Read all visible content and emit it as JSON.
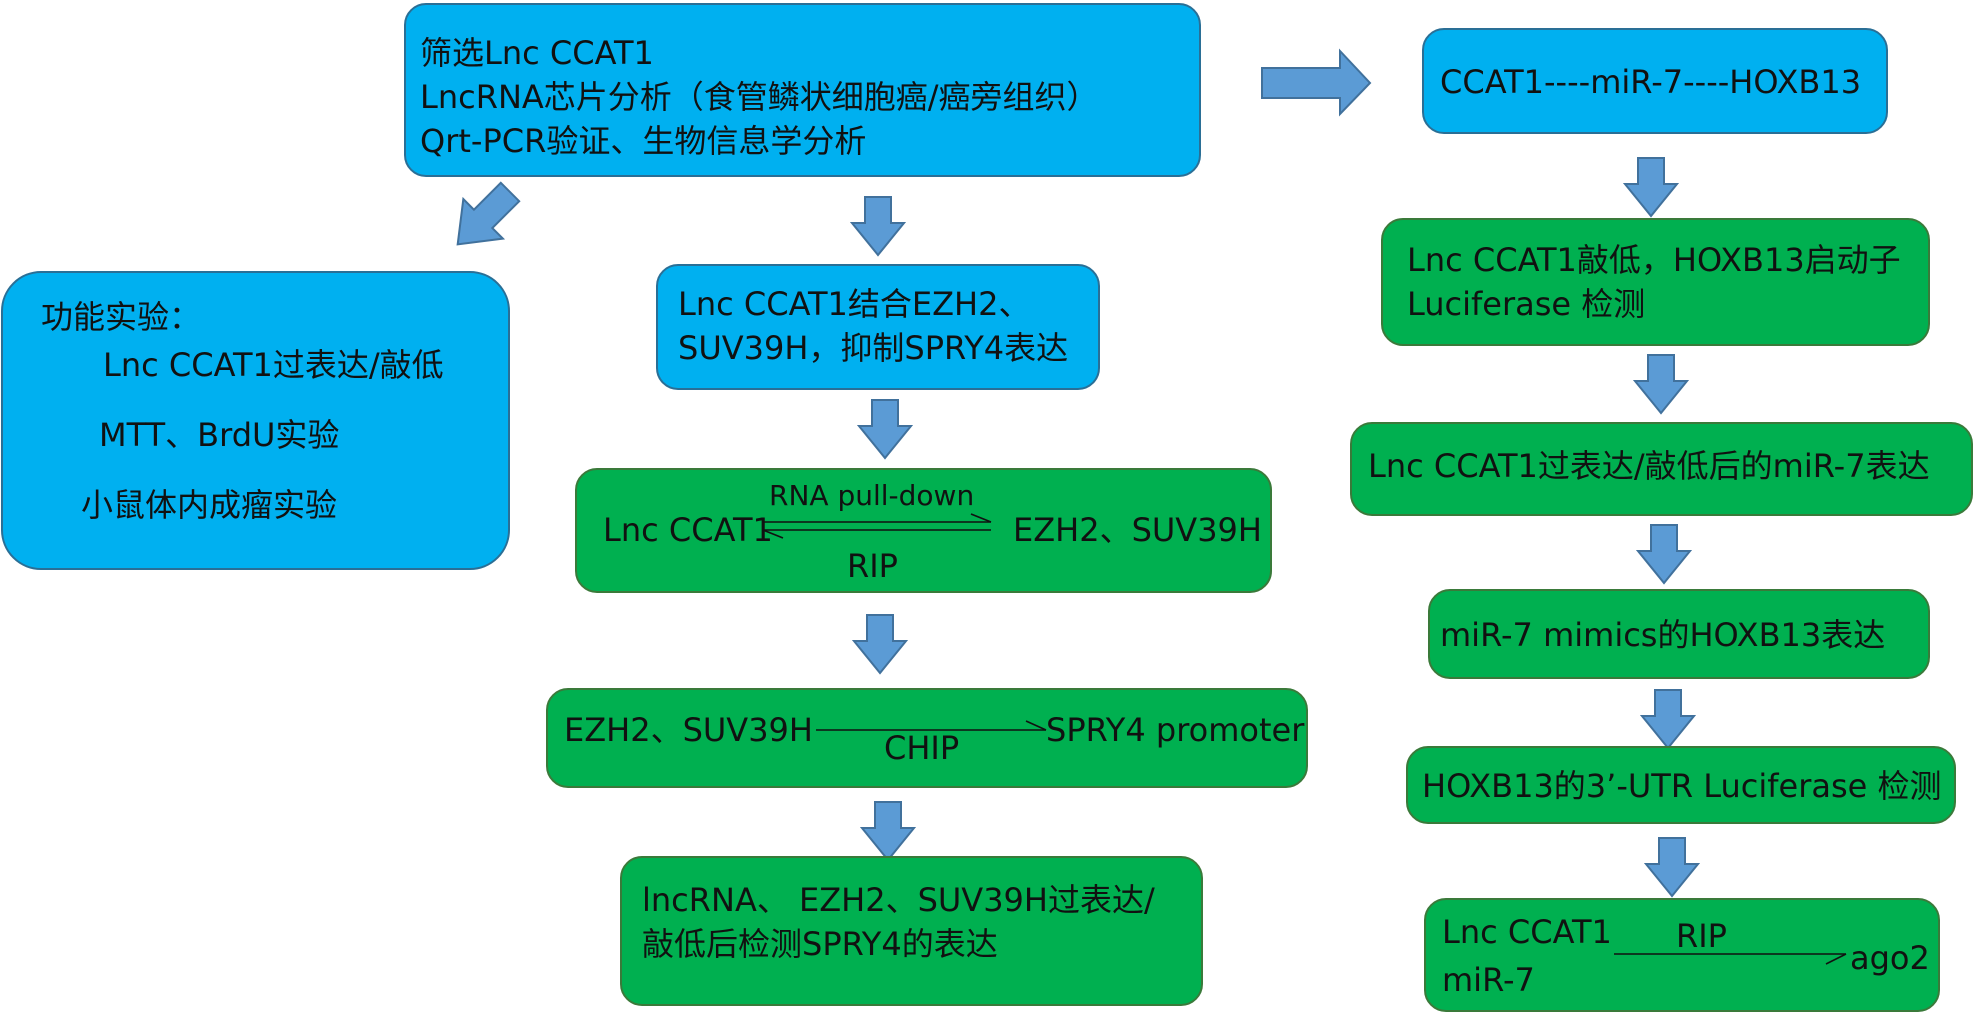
{
  "colors": {
    "blue_box": "#00b0f0",
    "green_box": "#00b050",
    "arrow": "#5b9bd5"
  },
  "top_box": {
    "lines": [
      "筛选Lnc CCAT1",
      "LncRNA芯片分析（食管鳞状细胞癌/癌旁组织）",
      "Qrt-PCR验证、生物信息学分析"
    ]
  },
  "func_box": {
    "title": "功能实验：",
    "items": [
      "Lnc CCAT1过表达/敲低",
      "MTT、BrdU实验",
      "小鼠体内成瘤实验"
    ]
  },
  "center": {
    "box1": [
      "Lnc CCAT1结合EZH2、",
      "SUV39H，抑制SPRY4表达"
    ],
    "box2": {
      "left": "Lnc CCAT1",
      "top_label": "RNA pull-down",
      "bottom_label": "RIP",
      "right": "EZH2、SUV39H"
    },
    "box3": {
      "left": "EZH2、SUV39H",
      "label": "CHIP",
      "right": "SPRY4 promoter"
    },
    "box4": [
      "lncRNA、 EZH2、SUV39H过表达/",
      "敲低后检测SPRY4的表达"
    ]
  },
  "right": {
    "box1": "CCAT1----miR-7----HOXB13",
    "box2": [
      "Lnc CCAT1敲低，HOXB13启动子",
      "Luciferase 检测"
    ],
    "box3": "Lnc CCAT1过表达/敲低后的miR-7表达",
    "box4": "miR-7  mimics的HOXB13表达",
    "box5": "HOXB13的3’-UTR Luciferase 检测",
    "box6": {
      "left_top": "Lnc CCAT1",
      "left_bottom": "miR-7",
      "label": "RIP",
      "right": "ago2"
    }
  }
}
